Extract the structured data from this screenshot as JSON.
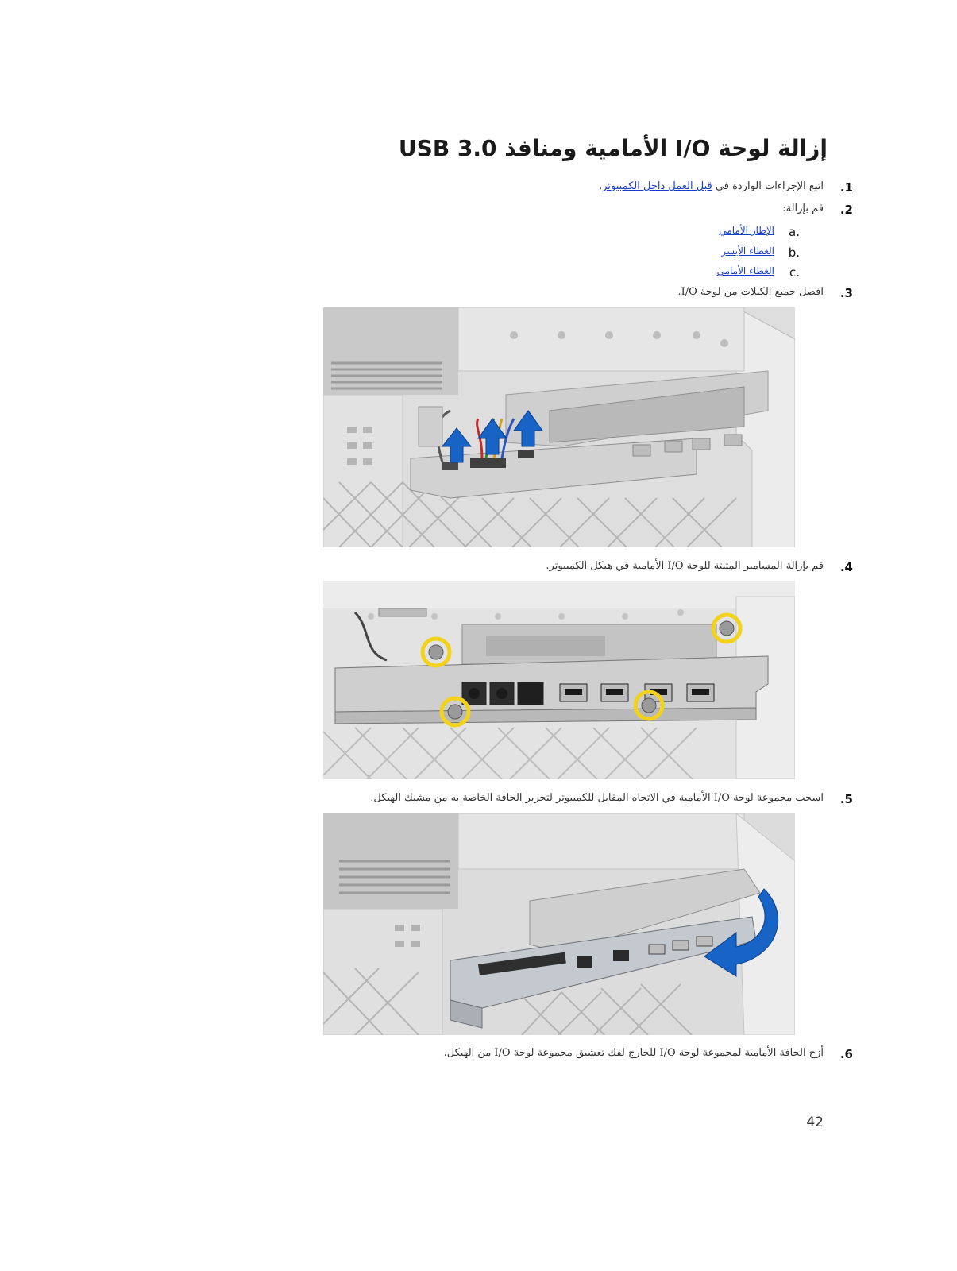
{
  "title": "إزالة لوحة I/O الأمامية ومنافذ USB 3.0",
  "steps": [
    {
      "num": ".1",
      "text_before": "اتبع الإجراءات الواردة في ",
      "link": "قبل العمل داخل الكمبيوتر",
      "text_after": "."
    },
    {
      "num": ".2",
      "text": "قم بإزالة:"
    },
    {
      "num": ".3",
      "text": "افصل جميع الكبلات من لوحة I/O."
    },
    {
      "num": ".4",
      "text": "قم بإزالة المسامير المثبتة للوحة I/O الأمامية في هيكل الكمبيوتر."
    },
    {
      "num": ".5",
      "text": "اسحب مجموعة لوحة I/O الأمامية في الاتجاه المقابل للكمبيوتر لتحرير الحافة الخاصة به من مشبك الهيكل."
    },
    {
      "num": ".6",
      "text": "أزح الحافة الأمامية لمجموعة لوحة I/O للخارج لفك تعشيق مجموعة لوحة I/O من الهيكل."
    }
  ],
  "substeps": [
    {
      "letter": "a.",
      "link": "الإطار الأمامي"
    },
    {
      "letter": "b.",
      "link": "الغطاء الأيسر"
    },
    {
      "letter": "c.",
      "link": "الغطاء الأمامي"
    }
  ],
  "figures": [
    {
      "id": "fig1",
      "alt_icons": [
        "arrow-up-icon",
        "arrow-up-icon",
        "arrow-up-icon"
      ],
      "accent": "#1763c6"
    },
    {
      "id": "fig2",
      "alt_icons": [
        "screw-highlight-icon",
        "screw-highlight-icon",
        "screw-highlight-icon",
        "screw-highlight-icon"
      ],
      "accent": "#f2d21b"
    },
    {
      "id": "fig3",
      "alt_icons": [
        "curved-arrow-icon"
      ],
      "accent": "#1763c6"
    }
  ],
  "page_number": "42"
}
